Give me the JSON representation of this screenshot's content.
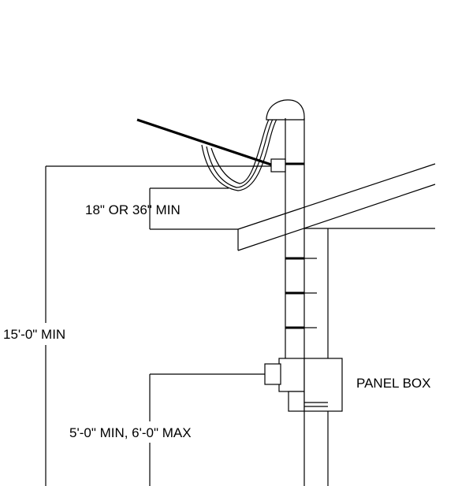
{
  "diagram": {
    "labels": {
      "overhang_clearance": "18\" OR 36\" MIN",
      "service_drop_height": "15'-0\" MIN",
      "meter_height": "5'-0\" MIN, 6'-0\" MAX",
      "panel": "PANEL BOX"
    },
    "colors": {
      "line": "#000000",
      "background": "#ffffff"
    }
  }
}
